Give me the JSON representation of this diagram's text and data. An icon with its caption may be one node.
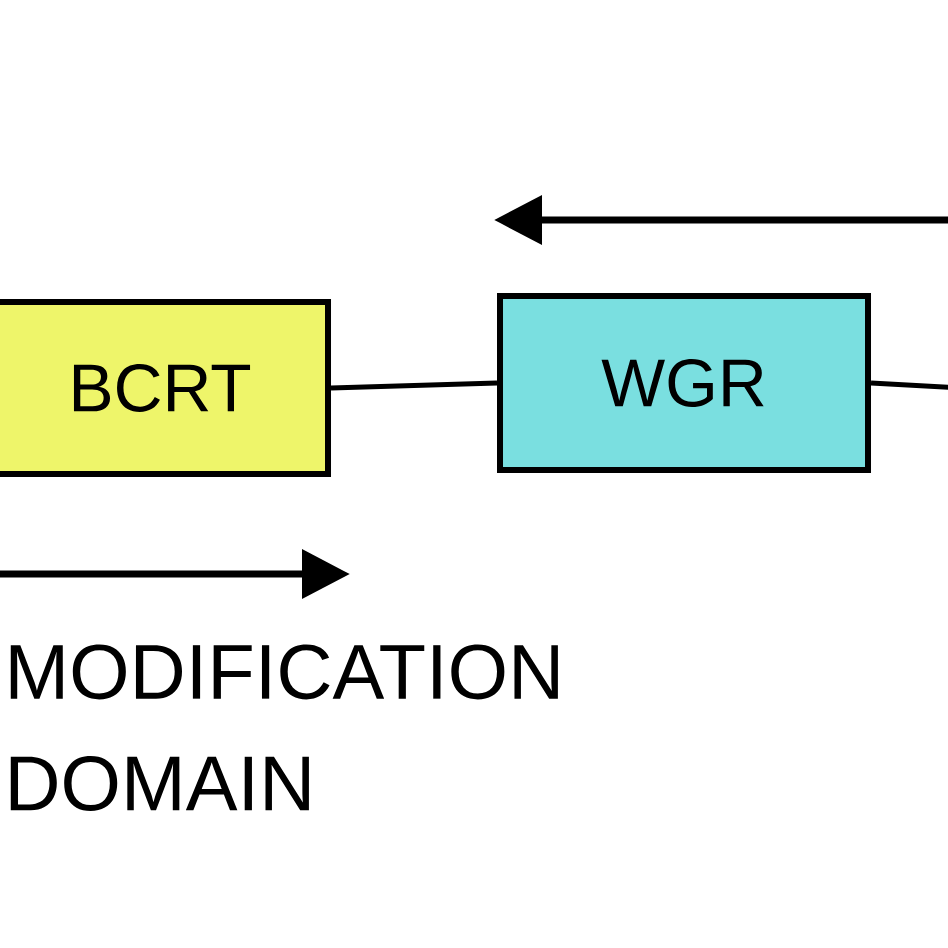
{
  "diagram": {
    "nodes": [
      {
        "text": [
          "BCRT"
        ]
      },
      {
        "text": [
          "WGR"
        ]
      }
    ],
    "edges": [
      {
        "from": 0,
        "to": 1,
        "arrow": "none"
      },
      {
        "from": 1,
        "to": null,
        "arrow": "none"
      }
    ],
    "labels": [
      "MODIFICATION DOMAIN"
    ]
  }
}
